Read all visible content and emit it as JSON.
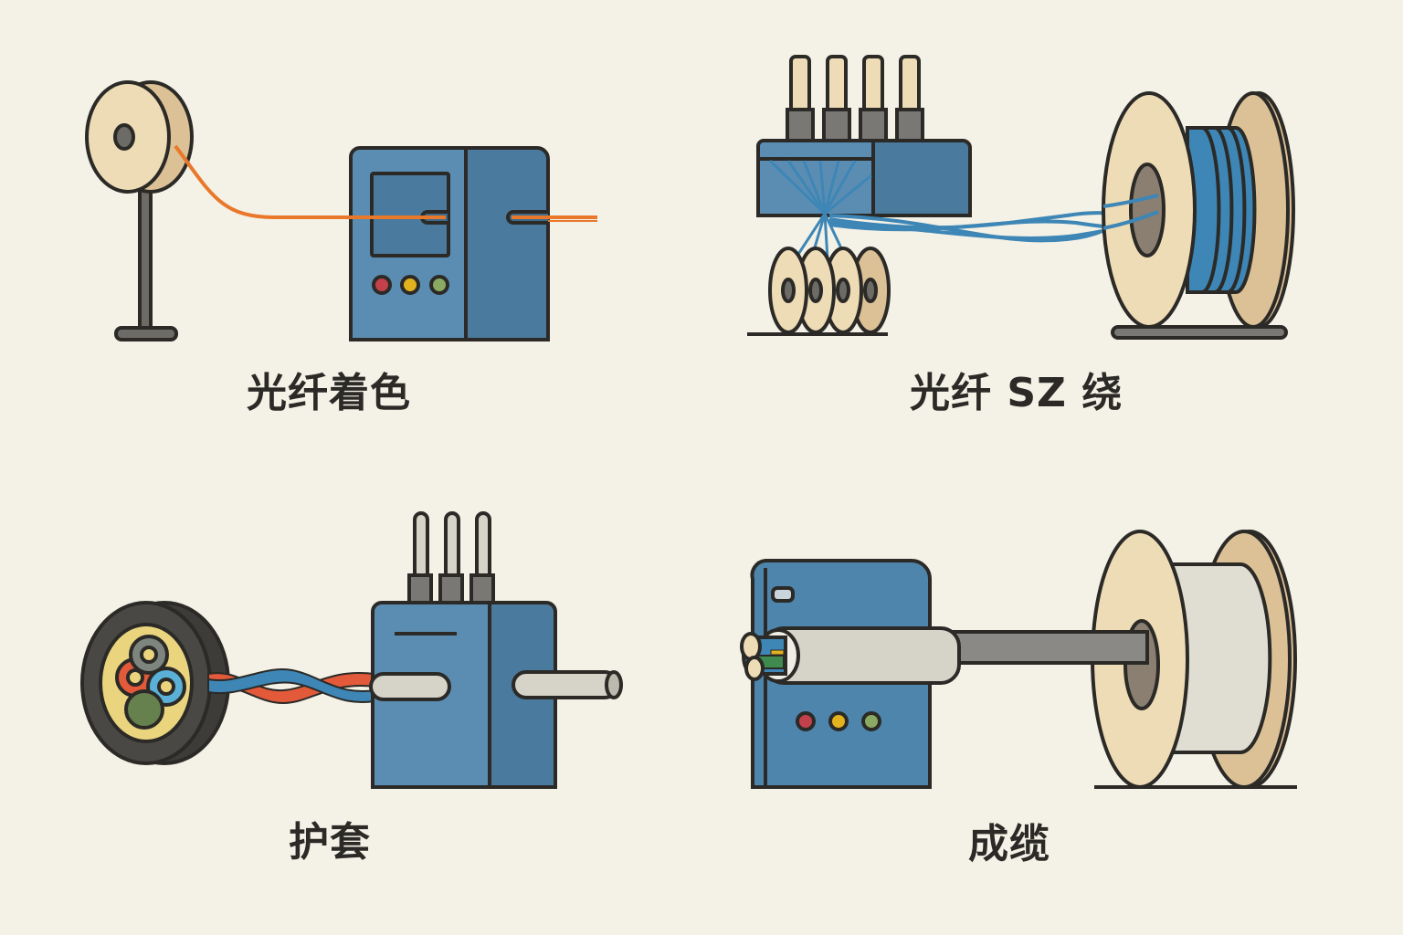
{
  "diagram": {
    "steps": [
      {
        "id": "coloring",
        "label": "光纤着色"
      },
      {
        "id": "sz-stranding",
        "label": "光纤 SZ 绕"
      },
      {
        "id": "sheathing",
        "label": "护套"
      },
      {
        "id": "cabling",
        "label": "成缆"
      }
    ],
    "colors": {
      "background": "#f4f1e6",
      "machine_light": "#5b8db3",
      "machine_dark": "#4a7a9d",
      "outline": "#2b2a27",
      "reel_face": "#eedcb6",
      "reel_side": "#dcc196",
      "fiber_orange": "#e9782a",
      "fiber_blue": "#3d86b6",
      "sheath_gray": "#d6d3c8",
      "indicator_red": "#c2414a",
      "indicator_yellow": "#e2b31f",
      "indicator_green": "#8aa963"
    }
  }
}
